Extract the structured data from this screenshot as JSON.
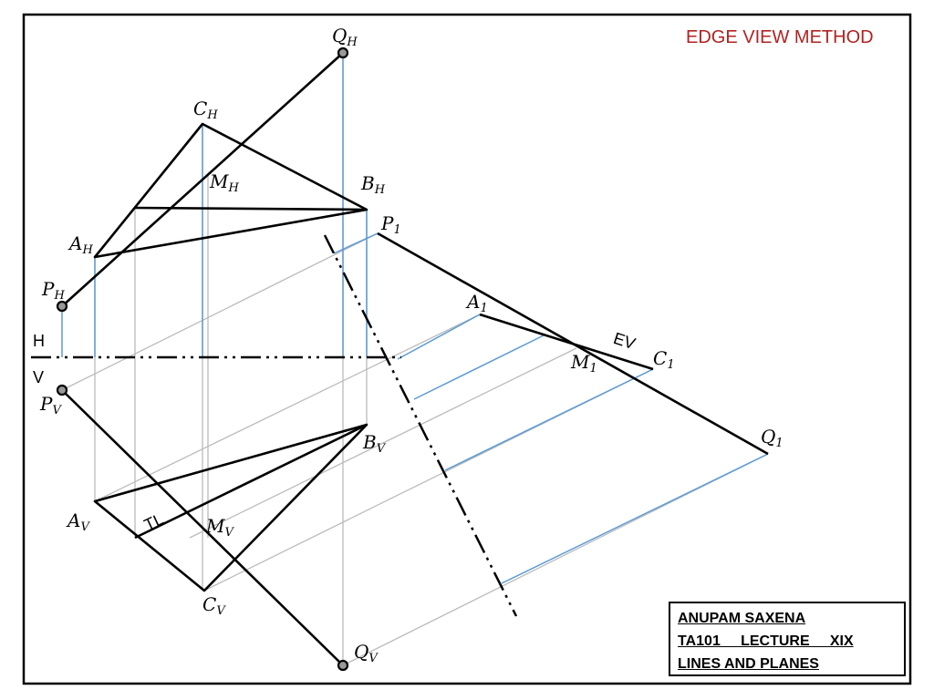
{
  "title": "EDGE VIEW METHOD",
  "credit": {
    "line1": "ANUPAM SAXENA",
    "line2": "TA101     LECTURE     XIX",
    "line3": "LINES AND PLANES"
  },
  "labels": {
    "QH": {
      "base": "Q",
      "sub": "H"
    },
    "CH": {
      "base": "C",
      "sub": "H"
    },
    "MH": {
      "base": "M",
      "sub": "H"
    },
    "BH": {
      "base": "B",
      "sub": "H"
    },
    "AH": {
      "base": "A",
      "sub": "H"
    },
    "PH": {
      "base": "P",
      "sub": "H"
    },
    "PV": {
      "base": "P",
      "sub": "V"
    },
    "AV": {
      "base": "A",
      "sub": "V"
    },
    "MV": {
      "base": "M",
      "sub": "V"
    },
    "BV": {
      "base": "B",
      "sub": "V"
    },
    "CV": {
      "base": "C",
      "sub": "V"
    },
    "QV": {
      "base": "Q",
      "sub": "V"
    },
    "P1": {
      "base": "P",
      "sub": "1"
    },
    "A1": {
      "base": "A",
      "sub": "1"
    },
    "M1": {
      "base": "M",
      "sub": "1"
    },
    "C1": {
      "base": "C",
      "sub": "1"
    },
    "Q1": {
      "base": "Q",
      "sub": "1"
    }
  },
  "plain_labels": {
    "H": "H",
    "V": "V",
    "TL": "TL",
    "EV": "EV"
  },
  "colors": {
    "title": "#b22222",
    "projector_blue": "#5b9bd5",
    "projector_gray": "#bbbbbb",
    "line": "#000000"
  }
}
